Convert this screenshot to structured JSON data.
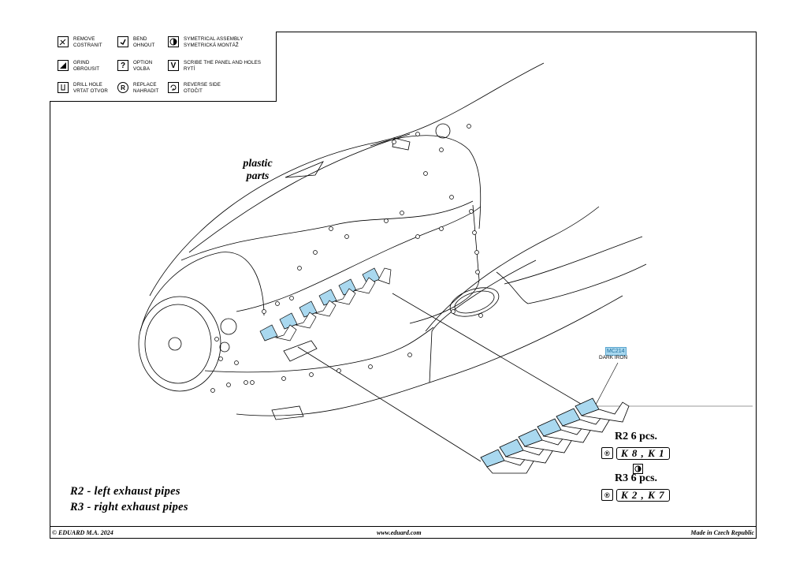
{
  "legend": [
    {
      "icon": "remove-icon",
      "line1": "REMOVE",
      "line2": "COSTRANIT"
    },
    {
      "icon": "bend-icon",
      "line1": "BEND",
      "line2": "OHNOUT"
    },
    {
      "icon": "symmetrical-assembly-icon",
      "line1": "SYMETRICAL ASSEMBLY",
      "line2": "SYMETRICKÁ MONTÁŽ"
    },
    {
      "icon": "grind-icon",
      "line1": "GRIND",
      "line2": "OBROUSIT"
    },
    {
      "icon": "option-icon",
      "glyph": "?",
      "line1": "OPTION",
      "line2": "VOLBA"
    },
    {
      "icon": "scribe-icon",
      "glyph": "V",
      "line1": "SCRIBE THE PANEL AND HOLES",
      "line2": "RYTÍ"
    },
    {
      "icon": "drill-hole-icon",
      "line1": "DRILL HOLE",
      "line2": "VRTAT OTVOR"
    },
    {
      "icon": "replace-icon",
      "glyph": "R",
      "line1": "REPLACE",
      "line2": "NAHRADIT"
    },
    {
      "icon": "reverse-side-icon",
      "line1": "REVERSE SIDE",
      "line2": "OTOČIT"
    }
  ],
  "labels": {
    "plastic_line1": "plastic",
    "plastic_line2": "parts",
    "paint_code": "MC214",
    "paint_name": "DARK IRON",
    "r2_count": "R2 6 pcs.",
    "r2_replace": "K 8 , K 1",
    "r3_count": "R3 6 pcs.",
    "r3_replace": "K 2 , K 7",
    "r2_desc": "R2 - left exhaust pipes",
    "r3_desc": "R3 - right exhaust pipes"
  },
  "footer": {
    "left": "© EDUARD  M.A. 2024",
    "center": "www.eduard.com",
    "right": "Made in Czech Republic"
  },
  "colors": {
    "part_fill": "#a9d8ef",
    "line": "#000000"
  }
}
